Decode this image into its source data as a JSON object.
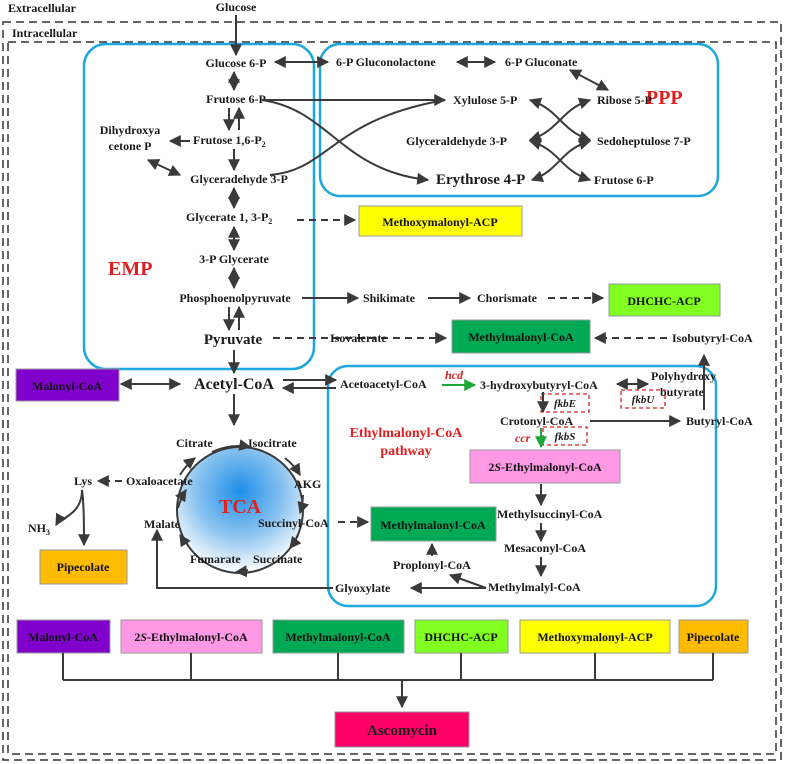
{
  "compartments": {
    "extracellular": "Extracellular",
    "intracellular": "Intracellular"
  },
  "modules": {
    "emp": "EMP",
    "ppp": "PPP",
    "tca": "TCA",
    "ethylmalonyl_l1": "Ethylmalonyl-CoA",
    "ethylmalonyl_l2": "pathway"
  },
  "metabolites": {
    "glucose": "Glucose",
    "glucose6p": "Glucose 6-P",
    "fructose6p": "Frutose 6-P",
    "fructose16p2": "Frutose 1,6-P",
    "fructose16p2_sub": "2",
    "dhap_l1": "Dihydroxya",
    "dhap_l2": "cetone P",
    "g3p": "Glyceradehyde 3-P",
    "glycerate13p2": "Glycerate 1, 3-P",
    "glycerate13p2_sub": "2",
    "glycerate3p": "3-P Glycerate",
    "pep": "Phosphoenolpyruvate",
    "pyruvate": "Pyruvate",
    "gluconolactone": "6-P Gluconolactone",
    "gluconate": "6-P Gluconate",
    "xylulose5p": "Xylulose 5-P",
    "ribose5p": "Ribose 5-P",
    "g3p_ppp": "Glyceraldehyde 3-P",
    "sedoheptulose7p": "Sedoheptulose 7-P",
    "erythrose4p": "Erythrose 4-P",
    "fructose6p_ppp": "Frutose 6-P",
    "shikimate": "Shikimate",
    "chorismate": "Chorismate",
    "isovalerate": "Isovalerate",
    "isobutyryl_coa": "Isobutyryl-CoA",
    "acetyl_coa": "Acetyl-CoA",
    "acetoacetyl_coa": "Acetoacetyl-CoA",
    "hydroxybutyryl_coa": "3-hydroxybutyryl-CoA",
    "polyhydroxy_l1": "Polyhydroxy",
    "polyhydroxy_l2": "butyrate",
    "crotonyl_coa": "Crotonyl-CoA",
    "butyryl_coa": "Butyryl-CoA",
    "methylsuccinyl_coa": "Methylsuccinyl-CoA",
    "mesaconyl_coa": "Mesaconyl-CoA",
    "methylmalyl_coa": "Methylmalyl-CoA",
    "propionyl_coa": "Proplonyl-CoA",
    "glyoxylate": "Glyoxylate",
    "citrate": "Citrate",
    "isocitrate": "Isocitrate",
    "akg": "AKG",
    "succinyl_coa": "Succinyl-CoA",
    "succinate": "Succinate",
    "fumarate": "Fumarate",
    "malate": "Malate",
    "oxaloacetate": "Oxaloacetate",
    "lys": "Lys",
    "nh3": "NH",
    "nh3_sub": "3"
  },
  "enzymes": {
    "hcd": "hcd",
    "ccr": "ccr",
    "fkbE": "fkbE",
    "fkbS": "fkbS",
    "fkbU": "fkbU"
  },
  "precursors": {
    "methoxymalonyl_acp": "Methoxymalonyl-ACP",
    "dhchc_acp": "DHCHC-ACP",
    "methylmalonyl_coa": "Methylmalonyl-CoA",
    "malonyl_coa": "Malonyl-CoA",
    "ethylmalonyl_prefix": "2",
    "ethylmalonyl_italic": "S",
    "ethylmalonyl_rest": "-Ethylmalonyl-CoA",
    "pipecolate": "Pipecolate"
  },
  "product": "Ascomycin",
  "colors": {
    "module_border": "#1ea7dd",
    "module_label": "#e02020",
    "enzyme_arrow": "#1ea83a",
    "methoxymalonyl": "#ffff00",
    "dhchc": "#80ff20",
    "methylmalonyl": "#00aa55",
    "malonyl": "#8000cc",
    "ethylmalonyl": "#ff99e6",
    "pipecolate": "#ffbb00",
    "ascomycin": "#ff0066",
    "tca_top": "#1e8ee8",
    "tca_bottom": "#ffffff"
  }
}
